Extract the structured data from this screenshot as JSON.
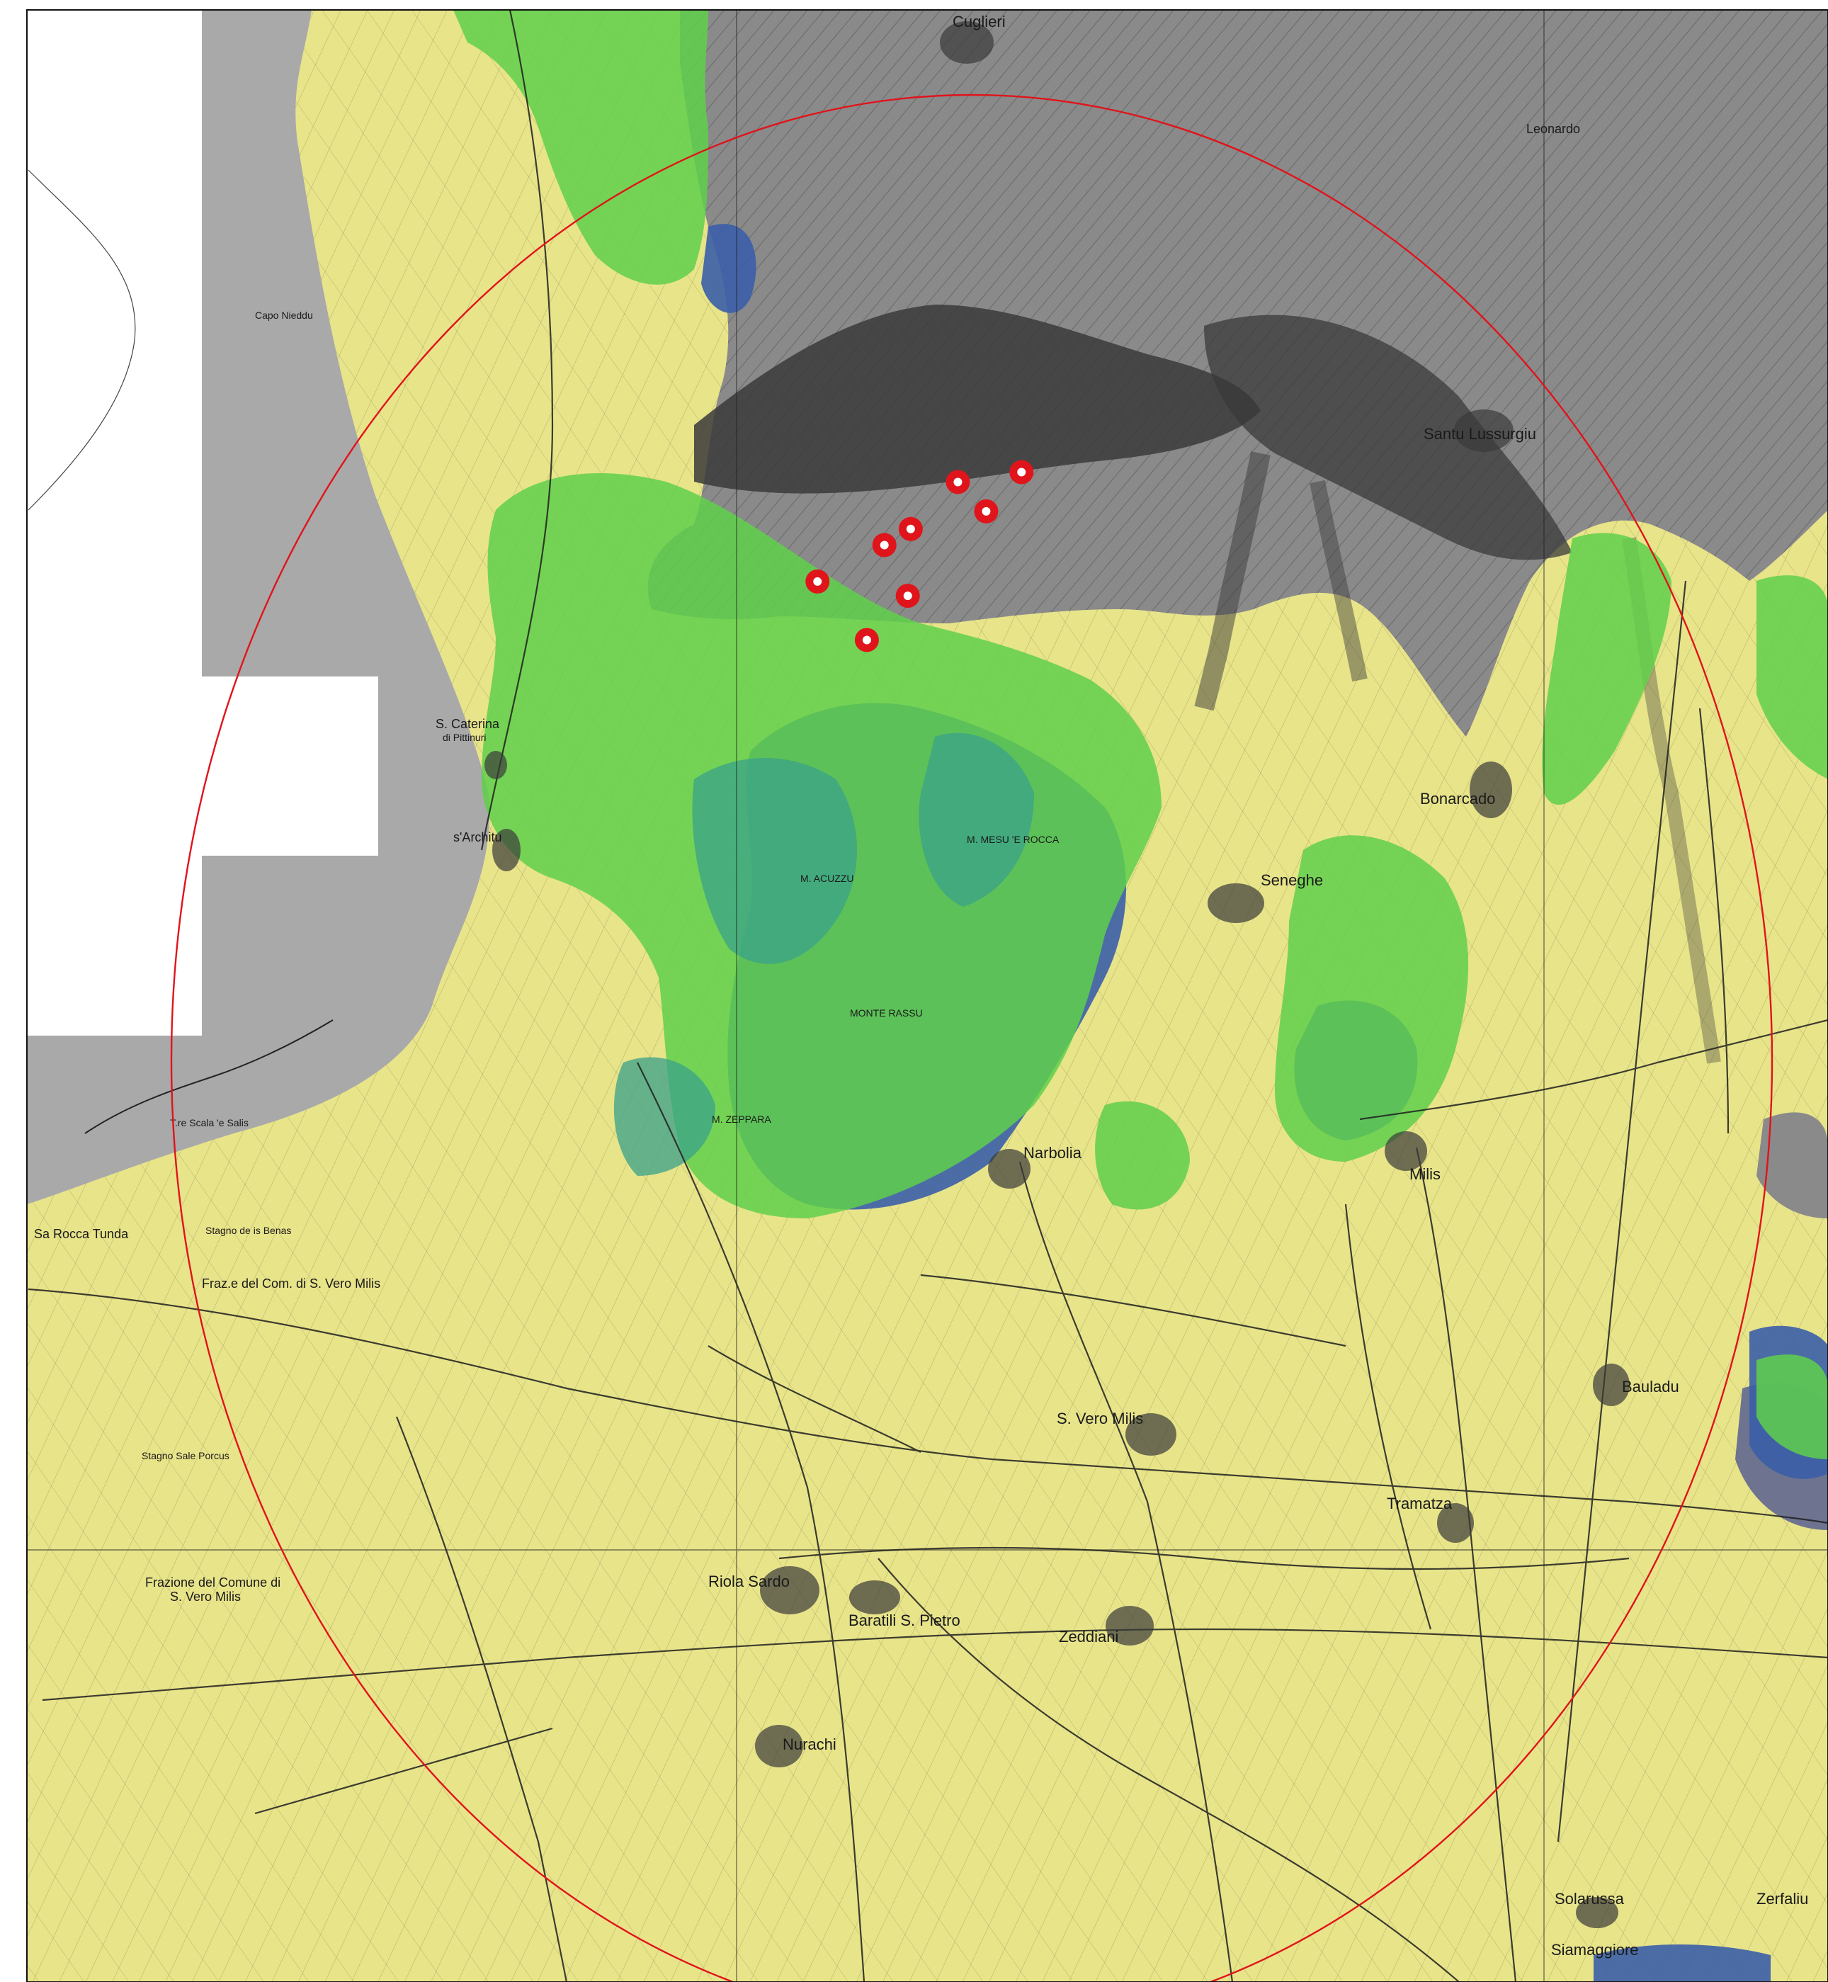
{
  "colors": {
    "lowland": "#e8e48a",
    "visible_green": "#5fd04a",
    "visible_teal": "#3aa28a",
    "visible_blue": "#3b5ea8",
    "relief": "#8a8a8a",
    "relief_dark": "#3a3a3a",
    "sea": "#a9a9a9",
    "blank": "#ffffff",
    "circle": "#e0141b",
    "marker": "#e0141b"
  },
  "markers": [
    {
      "id": "site-1",
      "x": 0.524,
      "y": 0.2432
    },
    {
      "id": "site-2",
      "x": 0.5588,
      "y": 0.2382
    },
    {
      "id": "site-3",
      "x": 0.5395,
      "y": 0.258
    },
    {
      "id": "site-4",
      "x": 0.4982,
      "y": 0.2669
    },
    {
      "id": "site-5",
      "x": 0.4838,
      "y": 0.275
    },
    {
      "id": "site-6",
      "x": 0.4472,
      "y": 0.2934
    },
    {
      "id": "site-7",
      "x": 0.4966,
      "y": 0.3006
    },
    {
      "id": "site-8",
      "x": 0.4742,
      "y": 0.3229
    }
  ],
  "labels": {
    "cuglieri": "Cuglieri",
    "santu_lussurgiu": "Santu Lussurgiu",
    "s_caterina": "S. Caterina",
    "s_caterina_sub": "di Pittinuri",
    "s_architu": "s'Architu",
    "bonarcado": "Bonarcado",
    "seneghe": "Seneghe",
    "narbolia": "Narbolia",
    "milis": "Milis",
    "s_vero_milis": "S. Vero Milis",
    "tramatza": "Tramatza",
    "bauladu": "Bauladu",
    "riola": "Riola Sardo",
    "baratili": "Baratili S. Pietro",
    "zeddiani": "Zeddiani",
    "nurachi": "Nurachi",
    "solarussa": "Solarussa",
    "zerfaliu": "Zerfaliu",
    "siamaggiore": "Siamaggiore",
    "monte_rasu": "MONTE RASSU",
    "capo_nieddu": "Capo Nieddu",
    "torre_scala_salis": "T.re Scala 'e Salis",
    "stagno_sale_porcus": "Stagno Sale Porcus",
    "stagno_is_benas": "Stagno de is Benas",
    "sa_rocca_tunda": "Sa Rocca Tunda",
    "frazione_1": "Frazione del Comune di",
    "frazione_2": "S. Vero Milis",
    "fraz_top": "Fraz.e del Com. di S. Vero Milis",
    "m_ferru": "M. MESU 'E ROCCA",
    "m_acuzzu": "M. ACUZZU",
    "leonardo": "Leonardo",
    "m_zeppara": "M. ZEPPARA"
  }
}
